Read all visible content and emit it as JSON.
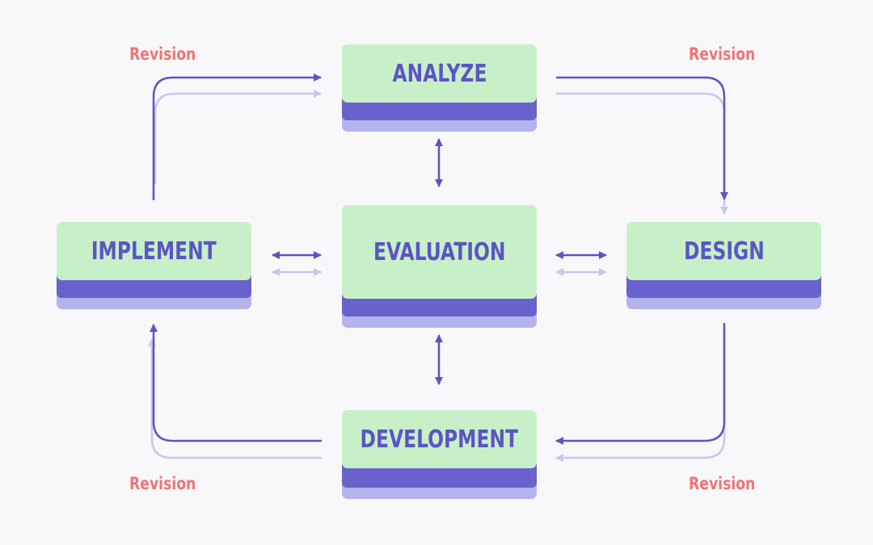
{
  "nodes": {
    "analyze": "ANALYZE",
    "design": "DESIGN",
    "evaluation": "EVALUATION",
    "implement": "IMPLEMENT",
    "development": "DEVELOPMENT"
  },
  "revision_labels": {
    "top_left": "Revision",
    "top_right": "Revision",
    "bottom_left": "Revision",
    "bottom_right": "Revision"
  },
  "colors": {
    "background": "#f8f8fa",
    "box_face": "#c8f0c8",
    "box_shadow_dark": "#6a62cc",
    "box_shadow_light": "#b4b4ec",
    "arrow_dark": "#5b55c4",
    "arrow_light": "#c6c6ee",
    "revision_text": "#f07474"
  }
}
